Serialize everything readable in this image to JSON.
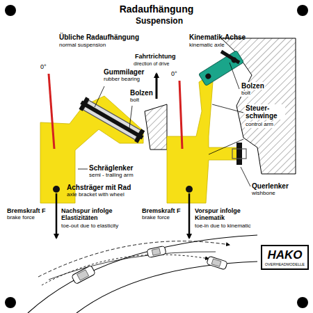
{
  "diagram": {
    "title": "Radaufhängung",
    "nodes": [
      {
        "text": [
          "HAKO",
          "OVERHEADMODELLE"
        ]
      }
    ],
    "labels": [
      "Suspension",
      "Übliche Radaufhängung",
      "normal suspension",
      "Kinematik-Achse",
      "kinematic axle",
      "Fahrtrichtung",
      "direction of drive",
      "0°",
      "Gummilager",
      "rubber bearing",
      "Bolzen",
      "bolt",
      "Schräglenker",
      "semi - trailing arm",
      "Achsträger mit Rad",
      "axle bracket with wheel",
      "Bremskraft F",
      "brake force",
      "Nachspur infolge Elastizitäten",
      "toe-out due to elasticity",
      "0°",
      "Bolzen",
      "bolt",
      "Steuer- schwinge",
      "control arm",
      "Querlenker",
      "wishbone",
      "Bremskraft F",
      "brake force",
      "Vorspur infolge Kinematik",
      "toe-in due to kinematic"
    ]
  }
}
